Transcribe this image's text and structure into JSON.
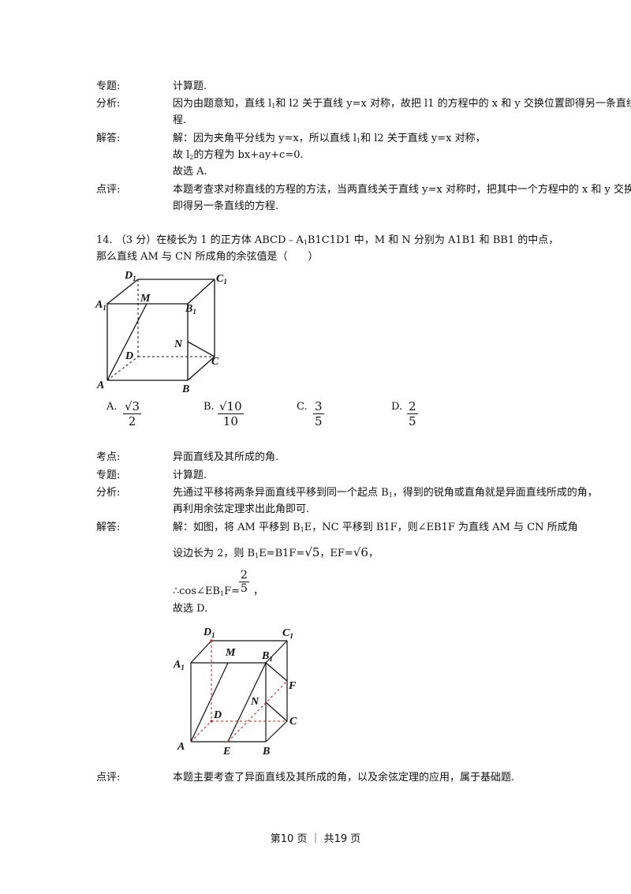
{
  "block13": {
    "topic_label": "专题:",
    "topic": "计算题.",
    "analysis_label": "分析:",
    "analysis_l1_a": "因为由题意知，直线 l",
    "analysis_l1_sub": "1",
    "analysis_l1_b": "和 l2 关于直线 y=x 对称，故把 l1 的方程中的 x 和 y 交换位置即得另一条直线的方",
    "analysis_l2": "程.",
    "solution_label": "解答:",
    "sol_l1_a": "解：因为夹角平分线为 y=x，所以直线 l",
    "sol_l1_sub": "1",
    "sol_l1_b": "和 l2 关于直线 y=x 对称，",
    "sol_l2_a": "故 l",
    "sol_l2_sub": "2",
    "sol_l2_b": "的方程为 bx+ay+c=0.",
    "sol_l3": "故选 A.",
    "comment_label": "点评:",
    "comment_l1": "本题考查求对称直线的方程的方法，当两直线关于直线 y=x 对称时，把其中一个方程中的 x 和 y 交换位置",
    "comment_l2": "即得另一条直线的方程."
  },
  "q14": {
    "line1_a": "14. （3 分）在棱长为 1 的正方体 ABCD﹣A",
    "line1_sub": "1",
    "line1_b": "B1C1D1 中，M 和 N 分别为 A1B1 和 BB1 的中点，",
    "line2": "那么直线 AM 与 CN 所成角的余弦值是（　　）",
    "options": [
      {
        "letter": "A.",
        "num": "√3",
        "den": "2"
      },
      {
        "letter": "B.",
        "num": "√10",
        "den": "10"
      },
      {
        "letter": "C.",
        "num": "3",
        "den": "5"
      },
      {
        "letter": "D.",
        "num": "2",
        "den": "5"
      }
    ],
    "fig1_labels": {
      "D1": "D",
      "C1": "C",
      "A1": "A",
      "M": "M",
      "B1": "B",
      "N": "N",
      "D": "D",
      "C": "C",
      "A": "A",
      "B": "B",
      "sub1": "1"
    }
  },
  "block14": {
    "point_label": "考点:",
    "point": "异面直线及其所成的角.",
    "topic_label": "专题:",
    "topic": "计算题.",
    "analysis_label": "分析:",
    "analysis_l1_a": "先通过平移将两条异面直线平移到同一个起点 B",
    "analysis_l1_sub": "1",
    "analysis_l1_b": "，得到的锐角或直角就是异面直线所成的角，",
    "analysis_l2": "再利用余弦定理求出此角即可.",
    "solution_label": "解答:",
    "sol_l1_a": "解：如图，将 AM 平移到 B",
    "sol_l1_sub": "1",
    "sol_l1_b": "E，NC 平移到 B1F，则∠EB1F 为直线 AM 与 CN 所成角",
    "sol_l2_a": "设边长为 2，则 B",
    "sol_l2_sub": "1",
    "sol_l2_b": "E=B1F=",
    "sol_l2_sqrt5": "√5",
    "sol_l2_c": "，EF=",
    "sol_l2_sqrt6": "√6",
    "sol_l2_d": "，",
    "sol_l3_a": "∴cos∠EB",
    "sol_l3_sub": "1",
    "sol_l3_b": "F=",
    "sol_l3_num": "2",
    "sol_l3_den": "5",
    "sol_l3_c": "，",
    "sol_l4": "故选 D.",
    "fig2_labels": {
      "D1": "D",
      "C1": "C",
      "A1": "A",
      "M": "M",
      "B1": "B",
      "F": "F",
      "N": "N",
      "D": "D",
      "C": "C",
      "A": "A",
      "E": "E",
      "B": "B",
      "sub1": "1"
    },
    "comment_label": "点评:",
    "comment": "本题主要考查了异面直线及其所成的角，以及余弦定理的应用，属于基础题."
  },
  "footer": {
    "text": "第10 页 ｜ 共19 页"
  }
}
